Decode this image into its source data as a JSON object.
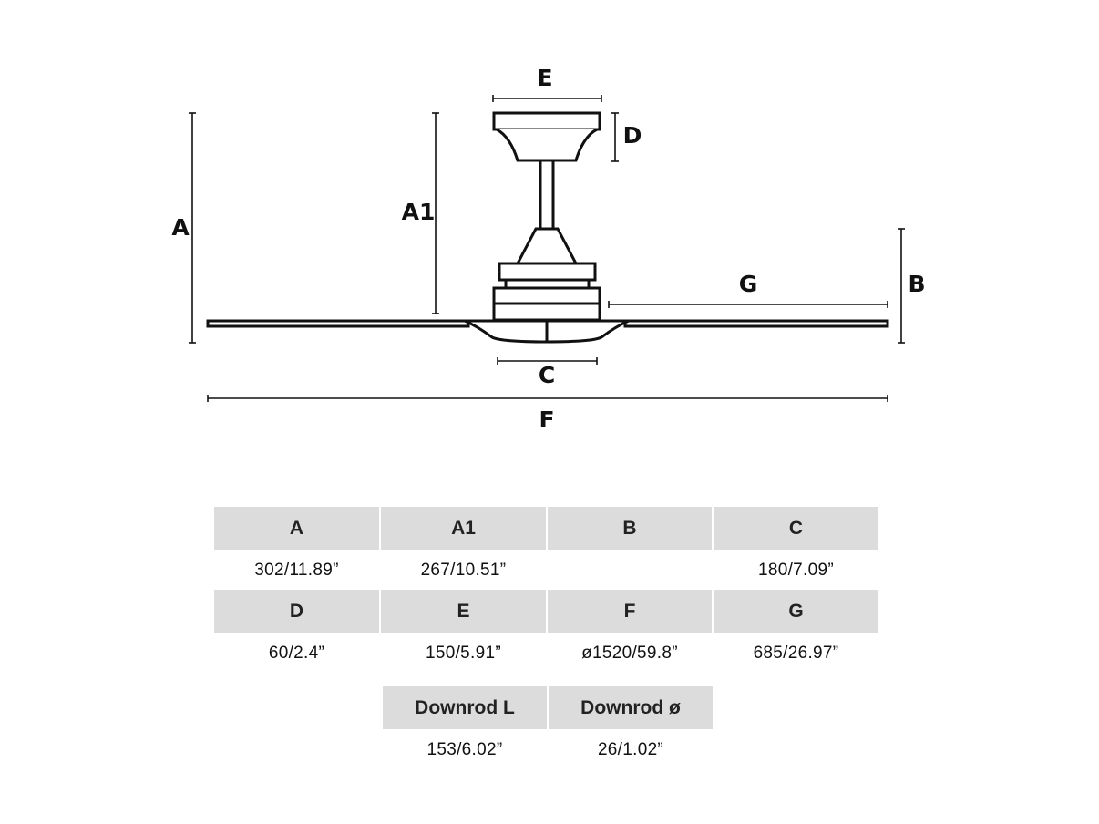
{
  "diagram": {
    "labels": {
      "A": "A",
      "A1": "A1",
      "B": "B",
      "C": "C",
      "D": "D",
      "E": "E",
      "F": "F",
      "G": "G"
    }
  },
  "table": {
    "row1": {
      "headers": [
        "A",
        "A1",
        "B",
        "C"
      ],
      "values": [
        "302/11.89”",
        "267/10.51”",
        "",
        "180/7.09”"
      ]
    },
    "row2": {
      "headers": [
        "D",
        "E",
        "F",
        "G"
      ],
      "values": [
        "60/2.4”",
        "150/5.91”",
        "ø1520/59.8”",
        "685/26.97”"
      ]
    },
    "row3": {
      "headers": [
        "Downrod L",
        "Downrod ø"
      ],
      "values": [
        "153/6.02”",
        "26/1.02”"
      ]
    }
  }
}
